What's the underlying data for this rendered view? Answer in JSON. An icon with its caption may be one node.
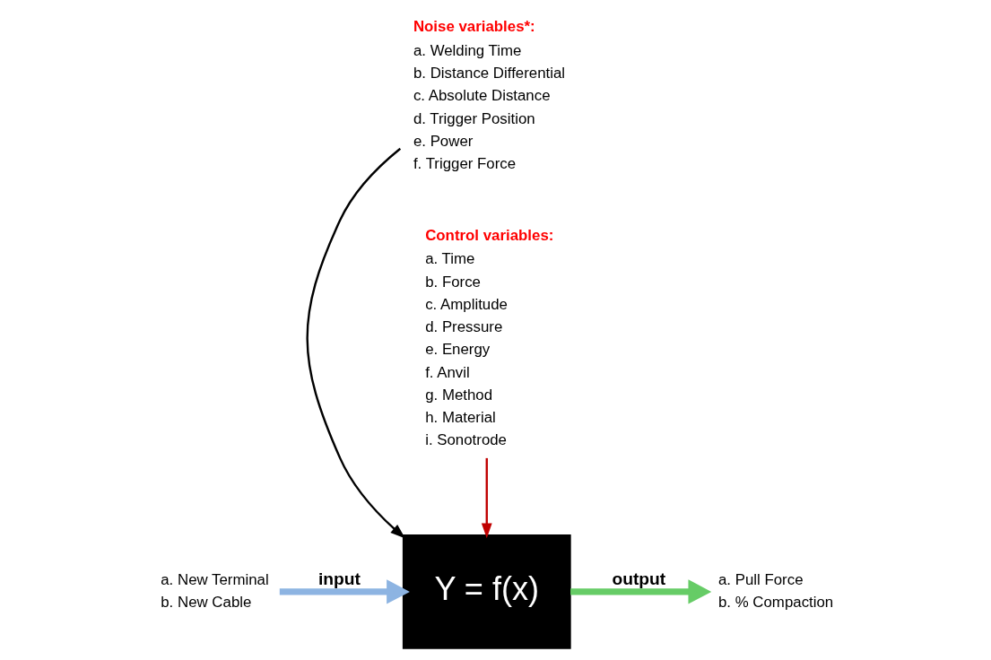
{
  "diagram": {
    "nodes": [
      {
        "text": [
          "Noise variables*:"
        ],
        "beside": [
          "a. Welding Time",
          "b. Distance Differential",
          "c. Absolute Distance",
          "d. Trigger Position",
          "e. Power",
          "f. Trigger Force"
        ]
      },
      {
        "text": [
          "a. New Terminal",
          "b. New Cable"
        ]
      },
      {
        "text": [
          "Y = f(x)"
        ]
      },
      {
        "text": [
          "a. Pull Force",
          "b. % Compaction"
        ]
      },
      {
        "text": [
          "Control variables:"
        ],
        "beside": [
          "a. Time",
          "b. Force",
          "c. Amplitude",
          "d. Pressure",
          "e. Energy",
          "f. Anvil",
          "g. Method",
          "h. Material",
          "i. Sonotrode"
        ]
      }
    ],
    "edges": [
      {
        "from": 0,
        "to": 2,
        "arrow": "to"
      },
      {
        "from": 1,
        "to": 2,
        "arrow": "to",
        "label": "input",
        "style": "thick",
        "color": "#8db4e2"
      },
      {
        "from": 2,
        "to": 3,
        "arrow": "to",
        "label": "output",
        "style": "thick",
        "color": "#66cc66"
      },
      {
        "from": 4,
        "to": 2,
        "arrow": "to",
        "color": "#c00000"
      }
    ]
  }
}
